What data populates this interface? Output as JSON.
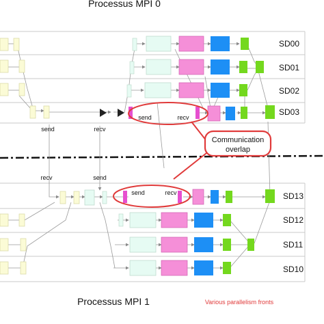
{
  "titles": {
    "top": "Processus MPI 0",
    "bottom": "Processus MPI 1"
  },
  "subdomains": {
    "sd00": "SD00",
    "sd01": "SD01",
    "sd02": "SD02",
    "sd03": "SD03",
    "sd13": "SD13",
    "sd12": "SD12",
    "sd11": "SD11",
    "sd10": "SD10"
  },
  "labels": {
    "send_top": "send",
    "recv_top": "recv",
    "send_ellipse_top": "send",
    "recv_ellipse_top": "recv",
    "recv_mid": "recv",
    "send_mid": "send",
    "send_ellipse_bottom": "send",
    "recv_ellipse_bottom": "recv"
  },
  "callout": {
    "line1": "Communication",
    "line2": "overlap"
  },
  "caption": "Various parallelism fronts",
  "colors": {
    "pale_yellow": "#fbfbd6",
    "pale_mint": "#e6fbf3",
    "pink": "#f58fd8",
    "blue": "#1d8ff5",
    "green": "#74d81e",
    "magenta": "#e64fcf",
    "red": "#e03a3a",
    "row_line": "#c9c9c9"
  }
}
